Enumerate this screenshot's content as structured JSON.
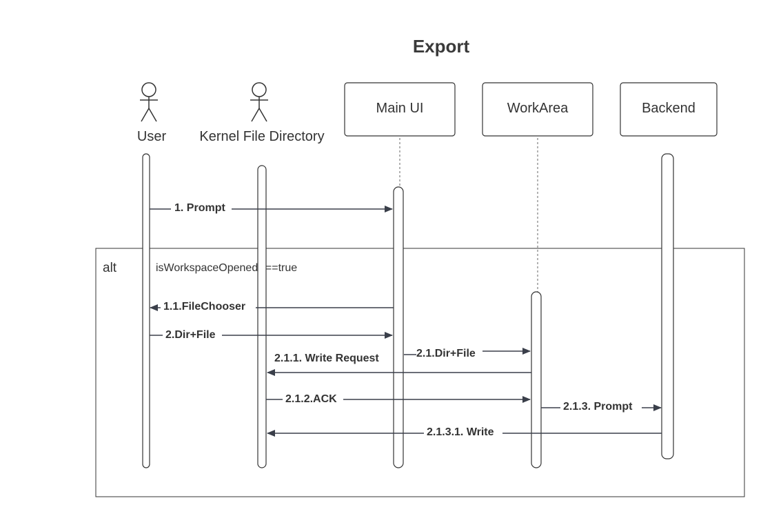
{
  "title": "Export",
  "participants": [
    {
      "id": "user",
      "label": "User",
      "kind": "actor"
    },
    {
      "id": "kfd",
      "label": "Kernel File Directory",
      "kind": "actor"
    },
    {
      "id": "mainui",
      "label": "Main UI",
      "kind": "box"
    },
    {
      "id": "workarea",
      "label": "WorkArea",
      "kind": "box"
    },
    {
      "id": "backend",
      "label": "Backend",
      "kind": "box"
    }
  ],
  "alt_fragment": {
    "operator": "alt",
    "guard": "isWorkspaceOpened()==true"
  },
  "messages": [
    {
      "id": "m1",
      "label": "1. Prompt",
      "from": "user",
      "to": "mainui"
    },
    {
      "id": "m11",
      "label": "1.1.FileChooser",
      "from": "mainui",
      "to": "user"
    },
    {
      "id": "m2",
      "label": "2.Dir+File",
      "from": "user",
      "to": "mainui"
    },
    {
      "id": "m21",
      "label": "2.1.Dir+File",
      "from": "mainui",
      "to": "workarea"
    },
    {
      "id": "m211",
      "label": "2.1.1. Write Request",
      "from": "workarea",
      "to": "kfd"
    },
    {
      "id": "m212",
      "label": "2.1.2.ACK",
      "from": "kfd",
      "to": "workarea"
    },
    {
      "id": "m213",
      "label": "2.1.3. Prompt",
      "from": "workarea",
      "to": "backend"
    },
    {
      "id": "m2131",
      "label": "2.1.3.1. Write",
      "from": "backend",
      "to": "kfd"
    }
  ],
  "colors": {
    "line": "#3a3f4a",
    "lifeline": "#666666",
    "background": "#ffffff"
  }
}
